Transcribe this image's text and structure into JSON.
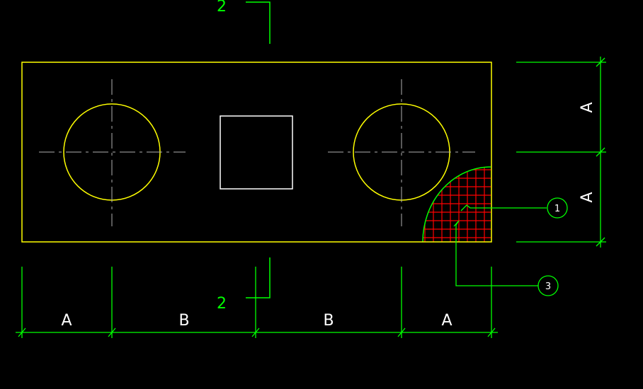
{
  "colors": {
    "background": "#000000",
    "plate_outline": "#ffff00",
    "hole_outline": "#ffff00",
    "center_lines": "#b0b0b0",
    "square_opening": "#ffffff",
    "dimension_lines": "#00ff00",
    "hatch": "#ff0000",
    "text": "#ffffff"
  },
  "section_marker": {
    "top_label": "2",
    "bottom_label": "2"
  },
  "dimensions": {
    "bottom": [
      "A",
      "B",
      "B",
      "A"
    ],
    "right": [
      "A",
      "A"
    ]
  },
  "callouts": [
    {
      "number": "1"
    },
    {
      "number": "3"
    }
  ]
}
